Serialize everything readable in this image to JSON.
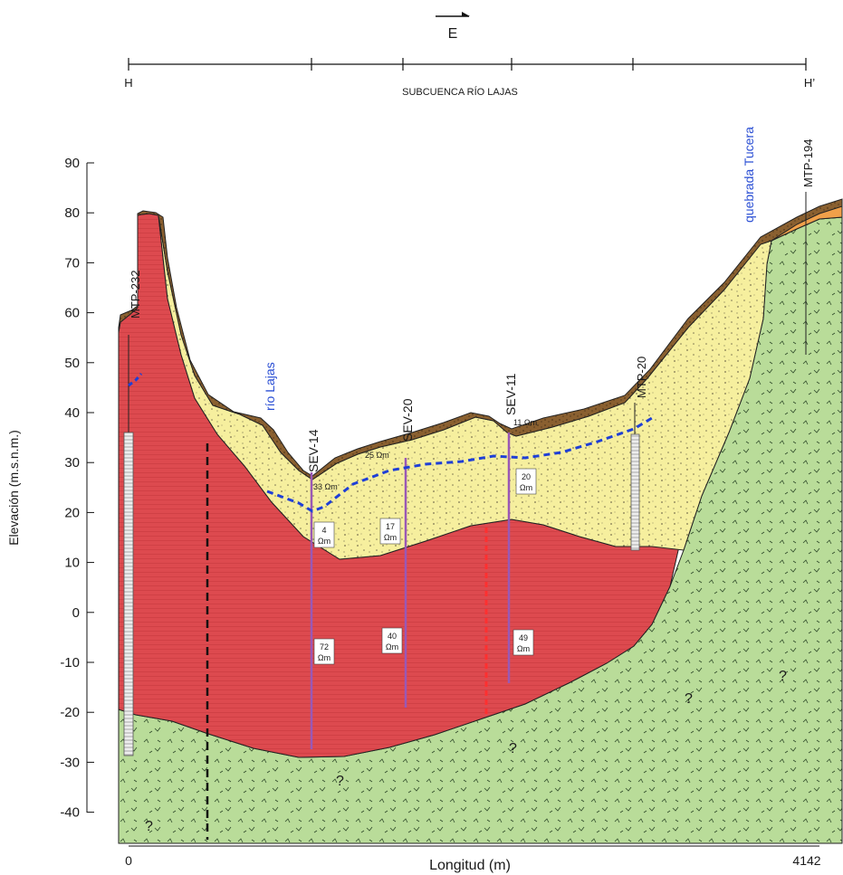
{
  "direction": {
    "label": "E"
  },
  "section": {
    "start_label": "H",
    "end_label": "H’",
    "subbasin_label": "SUBCUENCA RÍO LAJAS"
  },
  "axes": {
    "ylabel": "Elevación (m.s.n.m.)",
    "xlabel": "Longitud (m)",
    "yticks": [
      "90",
      "80",
      "70",
      "60",
      "50",
      "40",
      "30",
      "20",
      "10",
      "0",
      "-10",
      "-20",
      "-30",
      "-40"
    ],
    "xstart": "0",
    "xend": "4142"
  },
  "wells": {
    "mtp232": "MTP-232",
    "mtp20": "MTP-20",
    "mtp194": "MTP-194"
  },
  "soundings": {
    "sev14": "SEV-14",
    "sev20": "SEV-20",
    "sev11": "SEV-11"
  },
  "streams": {
    "rio_lajas": "río Lajas",
    "quebrada_tucera": "quebrada Tucera"
  },
  "resistivity": {
    "r33": "33 Ωm",
    "r25": "25 Ωm",
    "r11": "11 Ωm",
    "r20_val": "20",
    "r17_val": "17",
    "r4_val": "4",
    "r72_val": "72",
    "r40_val": "40",
    "r49_val": "49",
    "unit": "Ωm"
  },
  "uncertain": "?"
}
